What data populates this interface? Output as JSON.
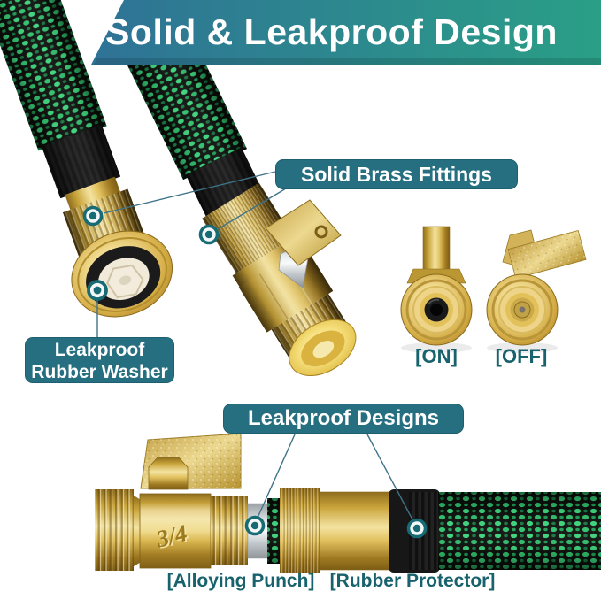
{
  "header": {
    "title": "Solid & Leakproof Design"
  },
  "callouts": {
    "brass_fittings": {
      "label": "Solid Brass Fittings"
    },
    "rubber_washer": {
      "line1": "Leakproof",
      "line2": "Rubber Washer"
    },
    "leakproof_designs": {
      "label": "Leakproof Designs"
    },
    "valve_states": {
      "on": "[ON]",
      "off": "[OFF]"
    },
    "bottom": {
      "alloying_punch": "[Alloying Punch]",
      "rubber_protector": "[Rubber Protector]"
    }
  },
  "product": {
    "valve_size_marking": "3/4"
  },
  "colors": {
    "banner_gradient_left": "#2f7296",
    "banner_gradient_right": "#2a9f86",
    "label_background": "#266f80",
    "bracket_text": "#17626c",
    "callout_marker": "#176b74",
    "callout_line": "#3f7389",
    "hose_green": "#35cf78",
    "hose_black": "#0c100c",
    "brass": "#d9b64e"
  }
}
